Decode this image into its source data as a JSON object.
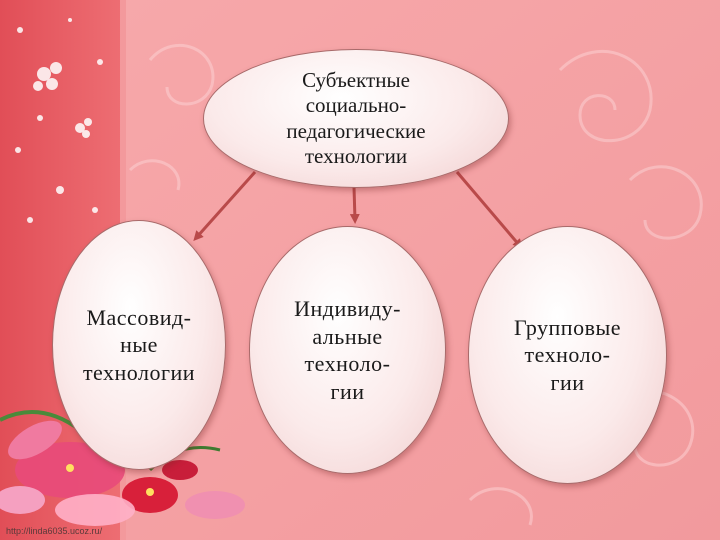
{
  "diagram": {
    "root": {
      "label": "Субъектные\nсоциально-\nпедагогические\nтехнологии"
    },
    "children": [
      {
        "label": "Массовид-\nные\nтехнологии"
      },
      {
        "label": "Индивиду-\nальные\nтехноло-\nгии"
      },
      {
        "label": "Групповые\nтехноло-\nгии"
      }
    ]
  },
  "footer": {
    "url": "http://linda6035.ucoz.ru/"
  },
  "colors": {
    "background": "#f4a0a3",
    "left_panel": "#e85c63",
    "arrow": "#b94a4a",
    "node_fill": "#fbeaea",
    "node_border": "#a86a6a"
  },
  "icons": [
    "flower-icon",
    "lily-bouquet-icon"
  ]
}
